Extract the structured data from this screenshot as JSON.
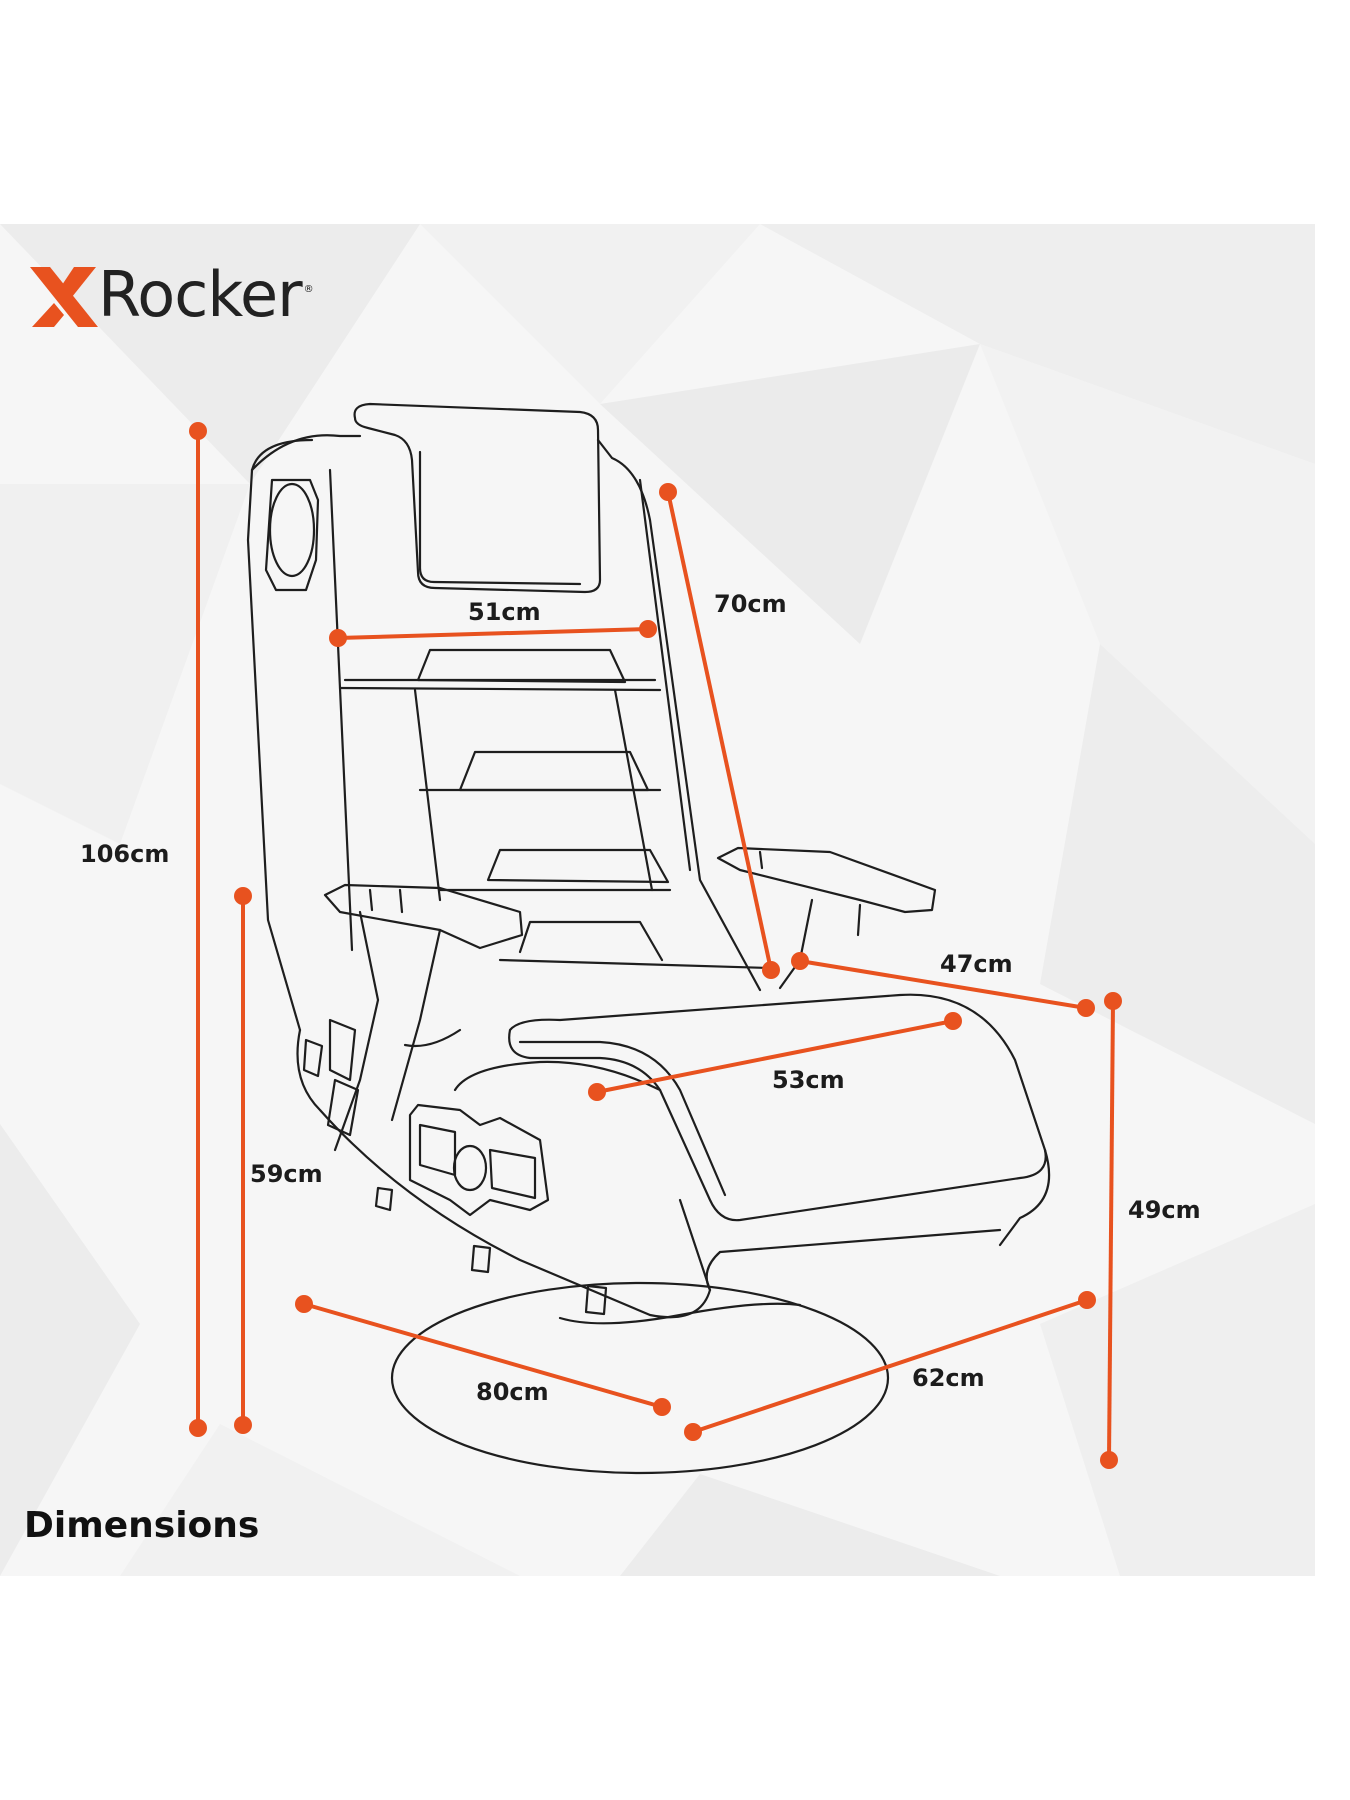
{
  "brand": {
    "name": "Rocker",
    "registered_mark": "®",
    "accent_color": "#e8521f"
  },
  "title": "Dimensions",
  "measurements": {
    "overall_height": "106cm",
    "base_height": "59cm",
    "back_width": "51cm",
    "back_height": "70cm",
    "arm_depth": "47cm",
    "seat_width": "53cm",
    "side_height": "49cm",
    "base_length": "80cm",
    "base_width": "62cm"
  },
  "colors": {
    "panel_background": "#f6f6f6",
    "line_art": "#1e1e1e",
    "measure_line": "#e8521f"
  }
}
